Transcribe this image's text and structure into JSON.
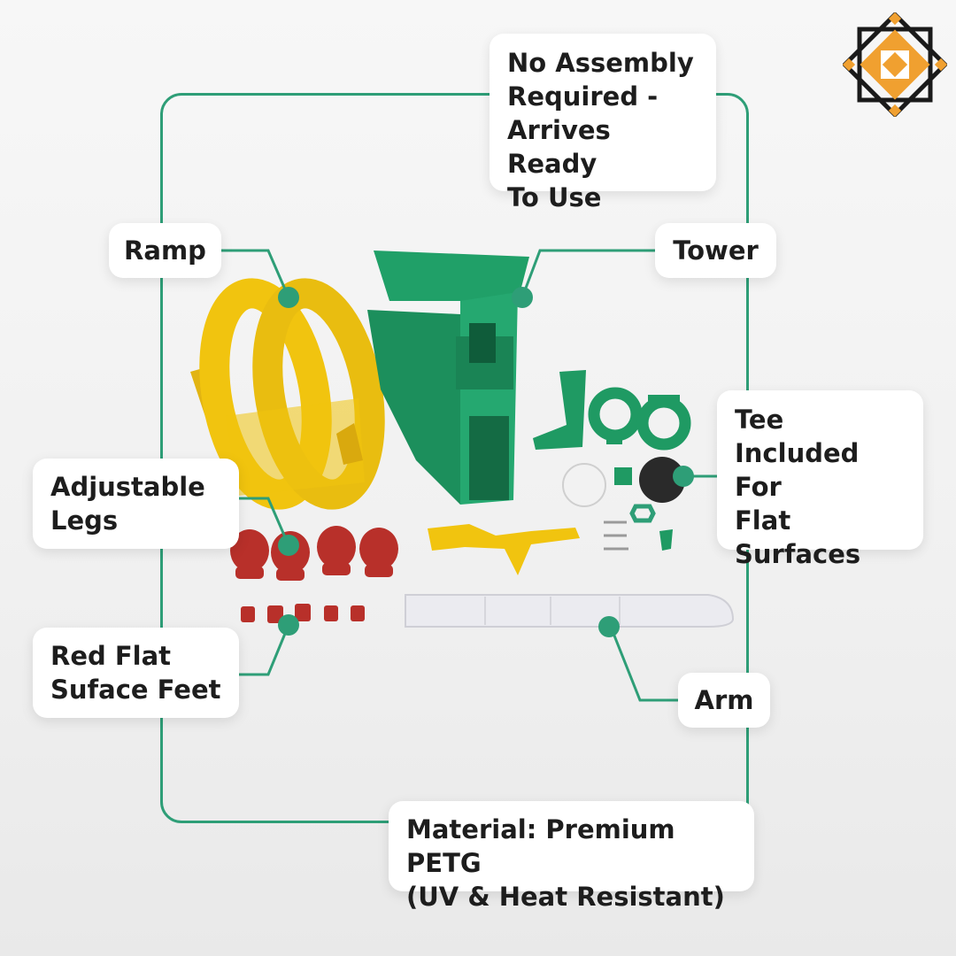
{
  "callouts": {
    "assembly": "No Assembly\nRequired -\nArrives Ready\nTo Use",
    "ramp": "Ramp",
    "tower": "Tower",
    "tee": "Tee\nIncluded For\nFlat\nSurfaces",
    "legs": "Adjustable\nLegs",
    "feet": "Red Flat\nSuface Feet",
    "arm": "Arm",
    "material": "Material: Premium PETG\n(UV & Heat Resistant)"
  },
  "logo": {
    "icon": "geometric-star-logo-icon"
  },
  "colors": {
    "accent_green": "#2e9e77",
    "ramp_yellow": "#f1c40f",
    "tower_green": "#1f9a63",
    "legs_red": "#b8302a",
    "logo_orange": "#f0a030",
    "logo_dark": "#1a1a1a"
  }
}
